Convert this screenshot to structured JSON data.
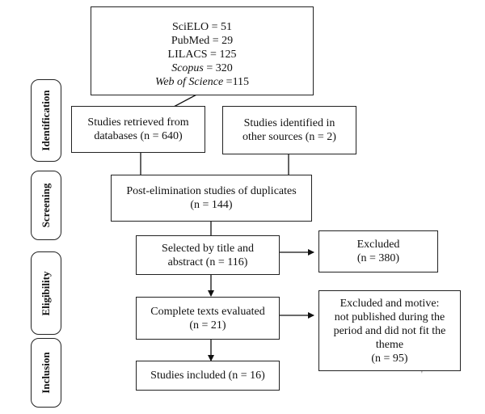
{
  "stages": {
    "identification": "Identification",
    "screening": "Screening",
    "eligibility": "Eligibility",
    "inclusion": "Inclusion"
  },
  "sources": {
    "scielo": "SciELO = 51",
    "pubmed": "PubMed = 29",
    "lilacs": "LILACS = 125",
    "scopus_name": "Scopus",
    "scopus_value": " = 320",
    "wos_name": "Web of Science",
    "wos_value": " =115"
  },
  "retrieved": {
    "line1": "Studies retrieved from",
    "line2": "databases (n = 640)"
  },
  "other_sources": {
    "line1": "Studies identified in",
    "line2": "other sources (n = 2)"
  },
  "post_elimination": {
    "line1": "Post-elimination studies of duplicates",
    "line2": "(n = 144)"
  },
  "selected": {
    "line1": "Selected by title and",
    "line2": "abstract (n = 116)"
  },
  "excluded": {
    "line1": "Excluded",
    "line2": "(n = 380)"
  },
  "complete_texts": {
    "line1": "Complete texts evaluated",
    "line2": "(n = 21)"
  },
  "excluded_motive": {
    "line1": "Excluded and motive:",
    "line2": "not published during the",
    "line3": "period and did not fit the",
    "line4": "theme",
    "line5": "(n = 95)"
  },
  "included": {
    "line1": "Studies included (n = 16)"
  }
}
